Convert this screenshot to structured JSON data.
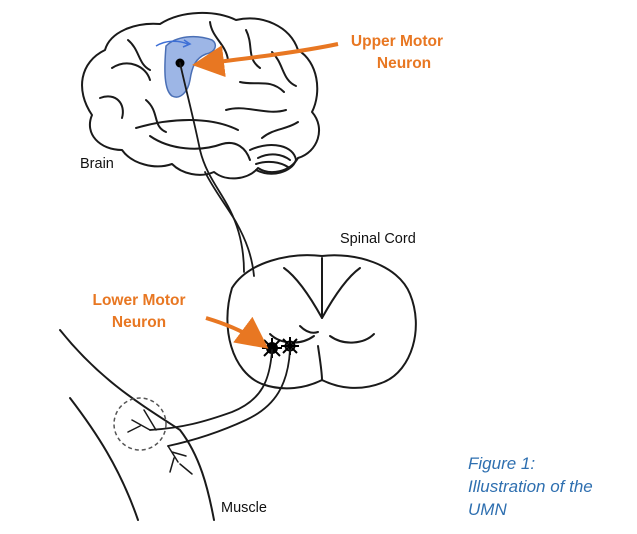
{
  "labels": {
    "upper_motor_line1": "Upper Motor",
    "upper_motor_line2": "Neuron",
    "brain": "Brain",
    "spinal_cord": "Spinal Cord",
    "lower_motor_line1": "Lower Motor",
    "lower_motor_line2": "Neuron",
    "muscle": "Muscle"
  },
  "caption": {
    "line1": "Figure 1:",
    "line2": "Illustration of the",
    "line3": "UMN"
  },
  "colors": {
    "label_accent": "#e87722",
    "caption_text": "#2e6fb0",
    "motor_cortex_highlight": "#9db6e6",
    "line_art": "#1a1a1a"
  }
}
